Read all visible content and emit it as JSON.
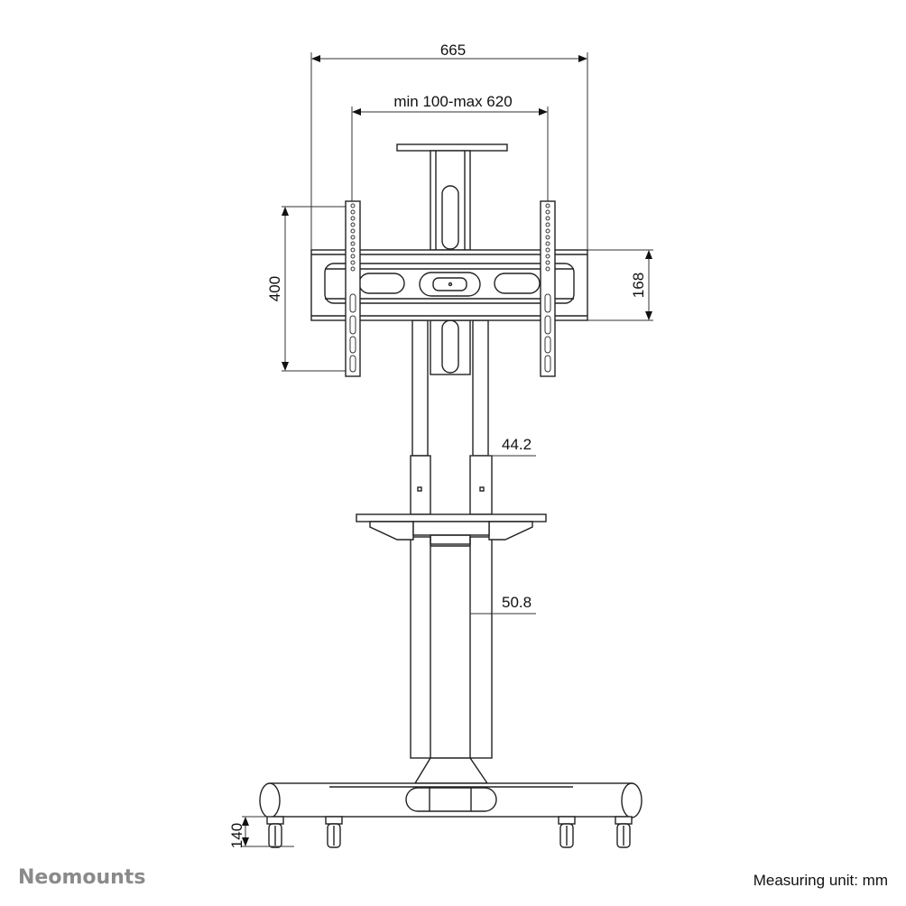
{
  "dimensions": {
    "overall_width": "665",
    "vesa_width": "min 100-max 620",
    "vesa_height": "400",
    "crossbar_height": "168",
    "upper_tube_diameter": "44.2",
    "lower_tube_diameter": "50.8",
    "base_height": "140"
  },
  "brand": {
    "logo": "Neomounts"
  },
  "footer": {
    "measuring_unit": "Measuring unit: mm"
  }
}
